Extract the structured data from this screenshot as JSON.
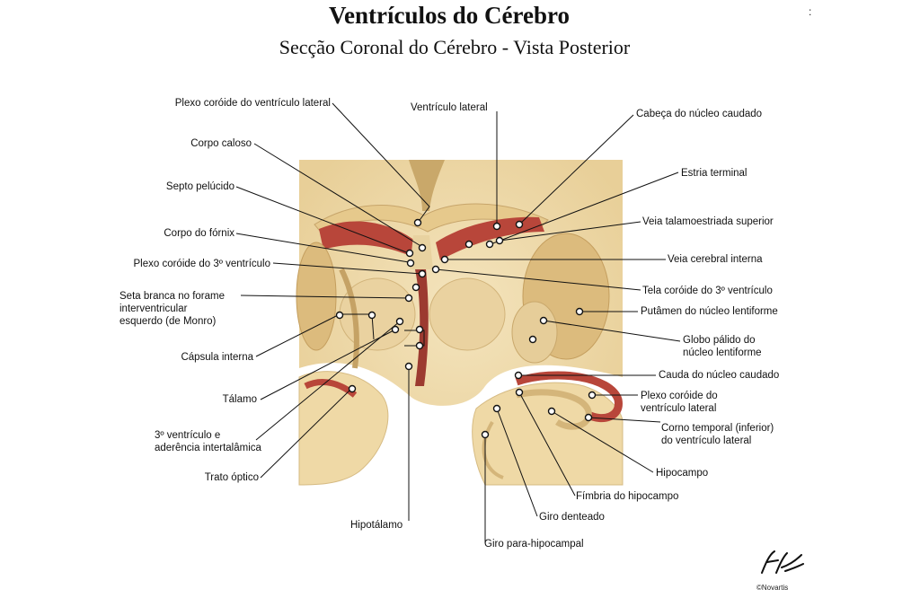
{
  "title": "Ventrículos do Cérebro",
  "subtitle": "Secção Coronal do Cérebro - Vista Posterior",
  "labels_left": {
    "plexo_lateral": "Plexo coróide do ventrículo lateral",
    "corpo_caloso": "Corpo caloso",
    "septo": "Septo pelúcido",
    "fornix": "Corpo do fórnix",
    "plexo_3": "Plexo coróide do 3º ventrículo",
    "seta_1": "Seta branca no forame",
    "seta_2": "interventricular",
    "seta_3": "esquerdo (de Monro)",
    "capsula": "Cápsula interna",
    "talamo": "Tálamo",
    "ventriculo3_1": "3º ventrículo e",
    "ventriculo3_2": "aderência intertalâmica",
    "trato": "Trato óptico",
    "hipotalamo": "Hipotálamo"
  },
  "labels_top": {
    "ventriculo_lateral": "Ventrículo lateral"
  },
  "labels_right": {
    "cabeca_caudado": "Cabeça do núcleo caudado",
    "estria": "Estria terminal",
    "veia_talamo": "Veia talamoestriada superior",
    "veia_cerebral": "Veia cerebral interna",
    "tela": "Tela coróide do 3º ventrículo",
    "putamen": "Putâmen do núcleo lentiforme",
    "globo_1": "Globo pálido do",
    "globo_2": "núcleo lentiforme",
    "cauda": "Cauda do núcleo caudado",
    "plexo_r_1": "Plexo coróide do",
    "plexo_r_2": "ventrículo lateral",
    "corno_1": "Corno temporal (inferior)",
    "corno_2": "do ventrículo lateral",
    "hipocampo": "Hipocampo",
    "fimbria": "Fímbria do hipocampo",
    "giro_denteado": "Giro denteado",
    "giro_para": "Giro para-hipocampal"
  },
  "signature": {
    "copyright": "©Novartis"
  },
  "colors": {
    "tissue": "#f0ddb0",
    "tissue_dark": "#d9bf85",
    "ventricle": "#b8463a",
    "plexus": "#8e2a22"
  }
}
